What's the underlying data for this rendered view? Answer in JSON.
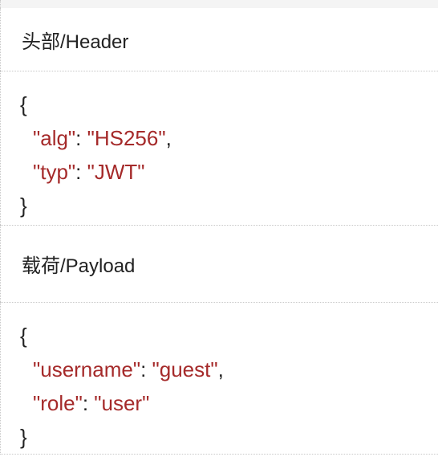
{
  "header_section": {
    "title": "头部/Header",
    "open_brace": "{",
    "close_brace": "}",
    "fields": [
      {
        "key": "\"alg\"",
        "sep": ": ",
        "value": "\"HS256\"",
        "trail": ","
      },
      {
        "key": "\"typ\"",
        "sep": ": ",
        "value": "\"JWT\"",
        "trail": ""
      }
    ]
  },
  "payload_section": {
    "title": "载荷/Payload",
    "open_brace": "{",
    "close_brace": "}",
    "fields": [
      {
        "key": "\"username\"",
        "sep": ": ",
        "value": "\"guest\"",
        "trail": ","
      },
      {
        "key": "\"role\"",
        "sep": ": ",
        "value": "\"user\"",
        "trail": ""
      }
    ]
  },
  "colors": {
    "key_value": "#a52a2a",
    "text": "#222222",
    "border": "#c8c8c8"
  }
}
